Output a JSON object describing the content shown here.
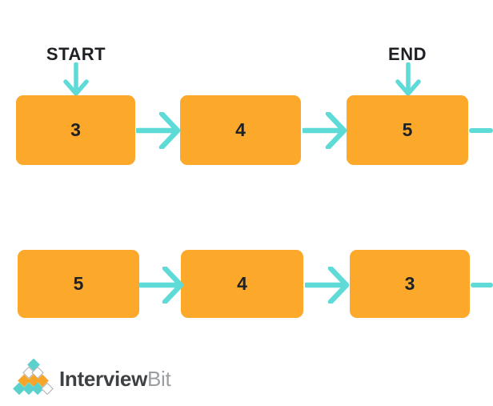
{
  "colors": {
    "background": "#FFFFFF",
    "node_fill": "#FBA82B",
    "node_text": "#1F2124",
    "arrow": "#5EDAD7",
    "label_text": "#1E2023",
    "logo_teal": "#5BD1CE",
    "logo_orange": "#F5A62A",
    "logo_white": "#FFFFFF",
    "logo_outline": "#A9ADB2",
    "brand_dark": "#3E4144",
    "brand_light": "#9B9EA2"
  },
  "labels": {
    "start": "START",
    "end": "END"
  },
  "top_list": {
    "nodes": [
      "3",
      "4",
      "5"
    ]
  },
  "bottom_list": {
    "nodes": [
      "5",
      "4",
      "3"
    ]
  },
  "brand": {
    "interview": "Interview",
    "bit": "Bit"
  },
  "logo_rows": [
    [
      "teal"
    ],
    [
      "white",
      "white"
    ],
    [
      "orange",
      "orange",
      "orange"
    ],
    [
      "teal",
      "teal",
      "teal",
      "white"
    ]
  ]
}
